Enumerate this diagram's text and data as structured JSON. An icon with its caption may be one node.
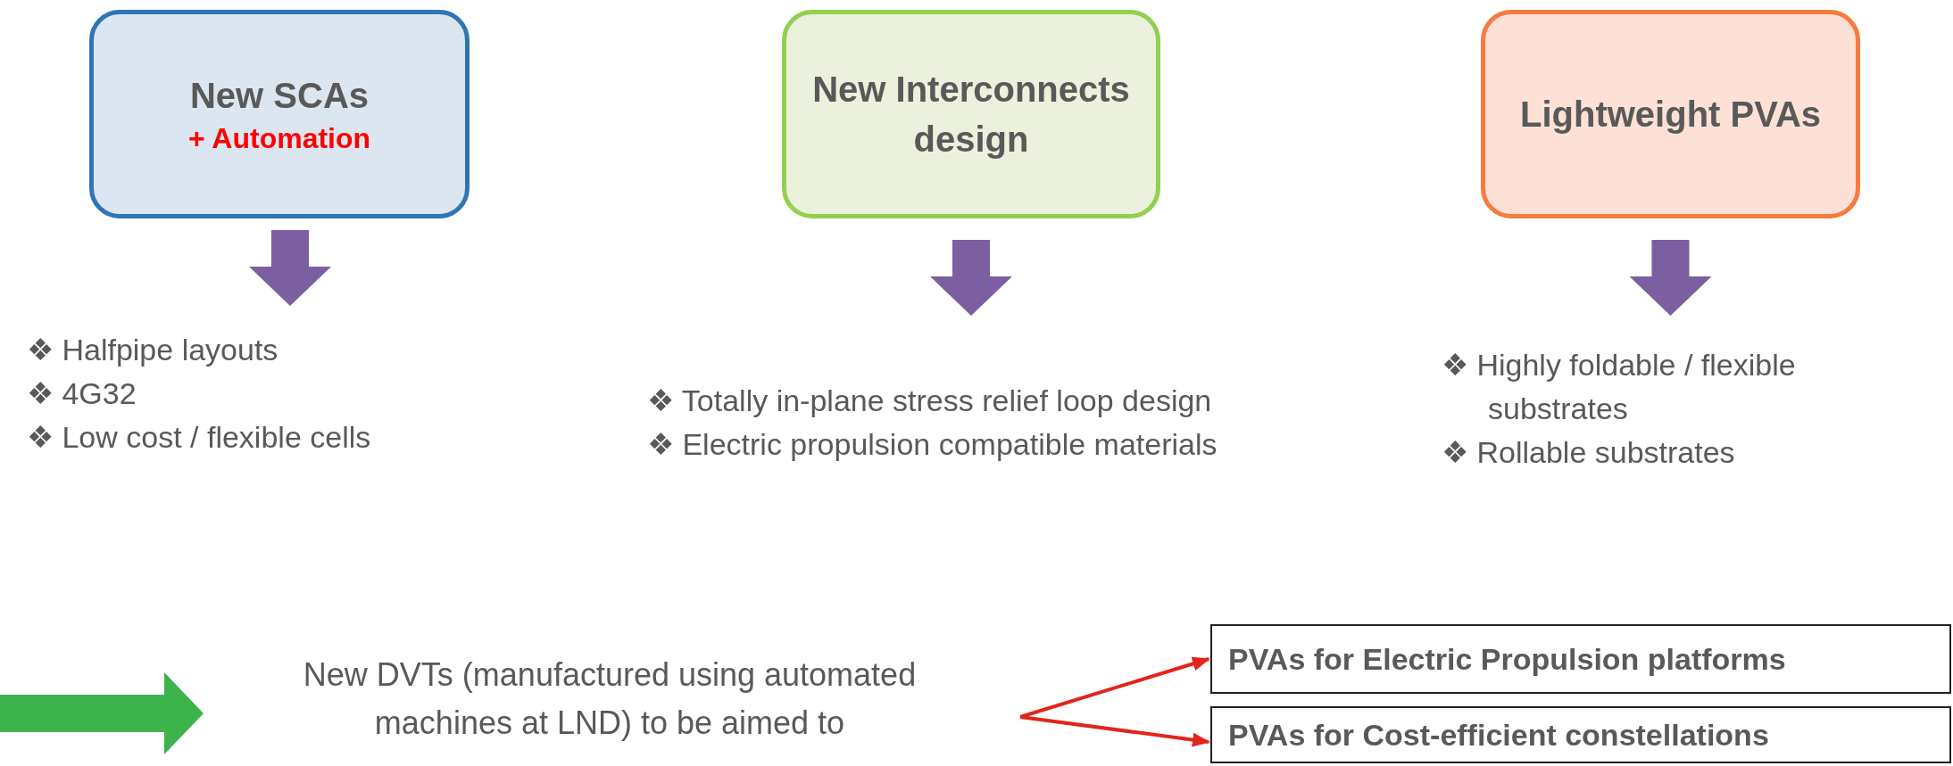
{
  "diagram": {
    "nodes": [
      {
        "text": [
          "New SCAs",
          "+ Automation"
        ]
      },
      {
        "text": [
          "New Interconnects design"
        ]
      },
      {
        "text": [
          "Lightweight PVAs"
        ]
      },
      {
        "text": [
          "❖ Halfpipe layouts",
          "❖ 4G32",
          "❖ Low cost / flexible cells"
        ]
      },
      {
        "text": [
          "❖ Totally in-plane stress relief loop design",
          "❖ Electric propulsion compatible materials"
        ]
      },
      {
        "text": [
          "❖ Highly foldable / flexible substrates",
          "❖ Rollable substrates"
        ]
      },
      {
        "text": [
          "New DVTs (manufactured using automated machines at LND) to be aimed to"
        ]
      },
      {
        "text": [
          "PVAs for Electric Propulsion platforms"
        ]
      },
      {
        "text": [
          "PVAs for Cost-efficient constellations"
        ]
      }
    ],
    "edges": [
      {
        "from": 0,
        "to": 3,
        "arrow": "to",
        "color": "#7b5fa0"
      },
      {
        "from": 1,
        "to": 4,
        "arrow": "to",
        "color": "#7b5fa0"
      },
      {
        "from": 2,
        "to": 5,
        "arrow": "to",
        "color": "#7b5fa0"
      },
      {
        "from": null,
        "to": 6,
        "arrow": "to",
        "color": "#3cb44b"
      },
      {
        "from": 6,
        "to": 7,
        "arrow": "to",
        "color": "#e3241b"
      },
      {
        "from": 6,
        "to": 8,
        "arrow": "to",
        "color": "#e3241b"
      }
    ]
  }
}
